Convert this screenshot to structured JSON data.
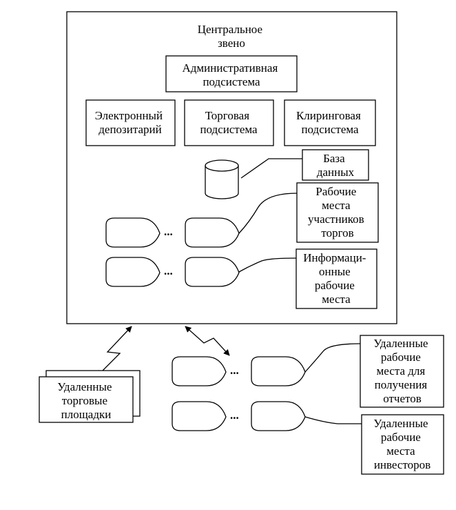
{
  "central": {
    "title": [
      "Центральное",
      "звено"
    ]
  },
  "admin": [
    "Административная",
    "подсистема"
  ],
  "depository": [
    "Электронный",
    "депозитарий"
  ],
  "trading": [
    "Торговая",
    "подсистема"
  ],
  "clearing": [
    "Клиринговая",
    "подсистема"
  ],
  "database": [
    "База",
    "данных"
  ],
  "workplaces": [
    "Рабочие",
    "места",
    "участников",
    "торгов"
  ],
  "info_workplaces": [
    "Информаци-",
    "онные",
    "рабочие",
    "места"
  ],
  "remote_reports": [
    "Удаленные",
    "рабочие",
    "места для",
    "получения",
    "отчетов"
  ],
  "remote_investors": [
    "Удаленные",
    "рабочие",
    "места",
    "инвесторов"
  ],
  "remote_venues": [
    "Удаленные",
    "торговые",
    "площадки"
  ],
  "ellipsis": "..."
}
